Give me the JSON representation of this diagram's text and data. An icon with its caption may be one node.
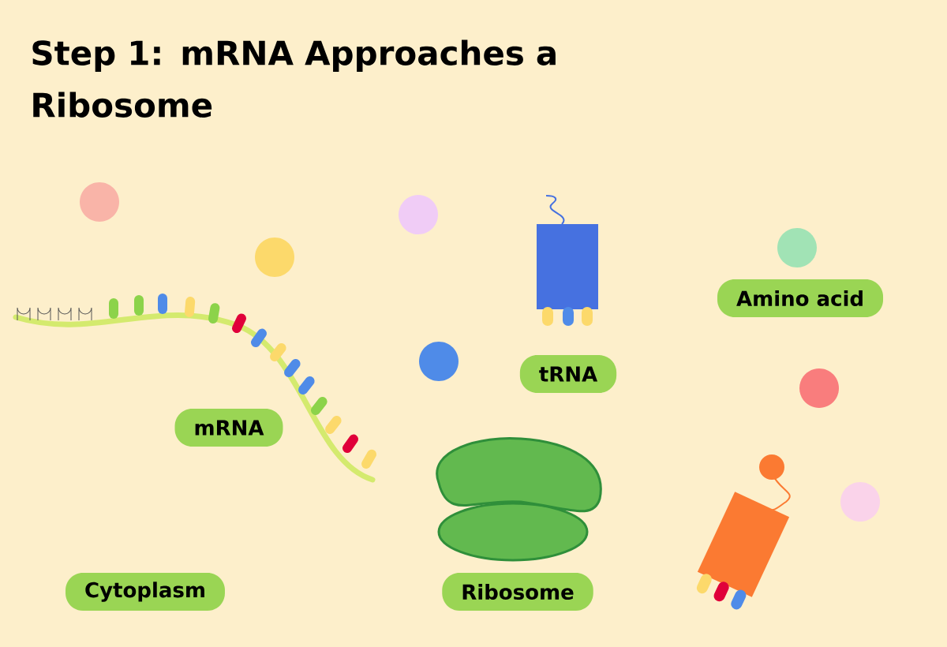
{
  "diagram": {
    "title": "Step 1: mRNA Approaches a Ribosome",
    "nodes": [
      {
        "text": [
          "Amino acid"
        ]
      },
      {
        "text": [
          "tRNA"
        ]
      },
      {
        "text": [
          "mRNA"
        ]
      },
      {
        "text": [
          "Cytoplasm"
        ]
      },
      {
        "text": [
          "Ribosome"
        ]
      }
    ]
  }
}
